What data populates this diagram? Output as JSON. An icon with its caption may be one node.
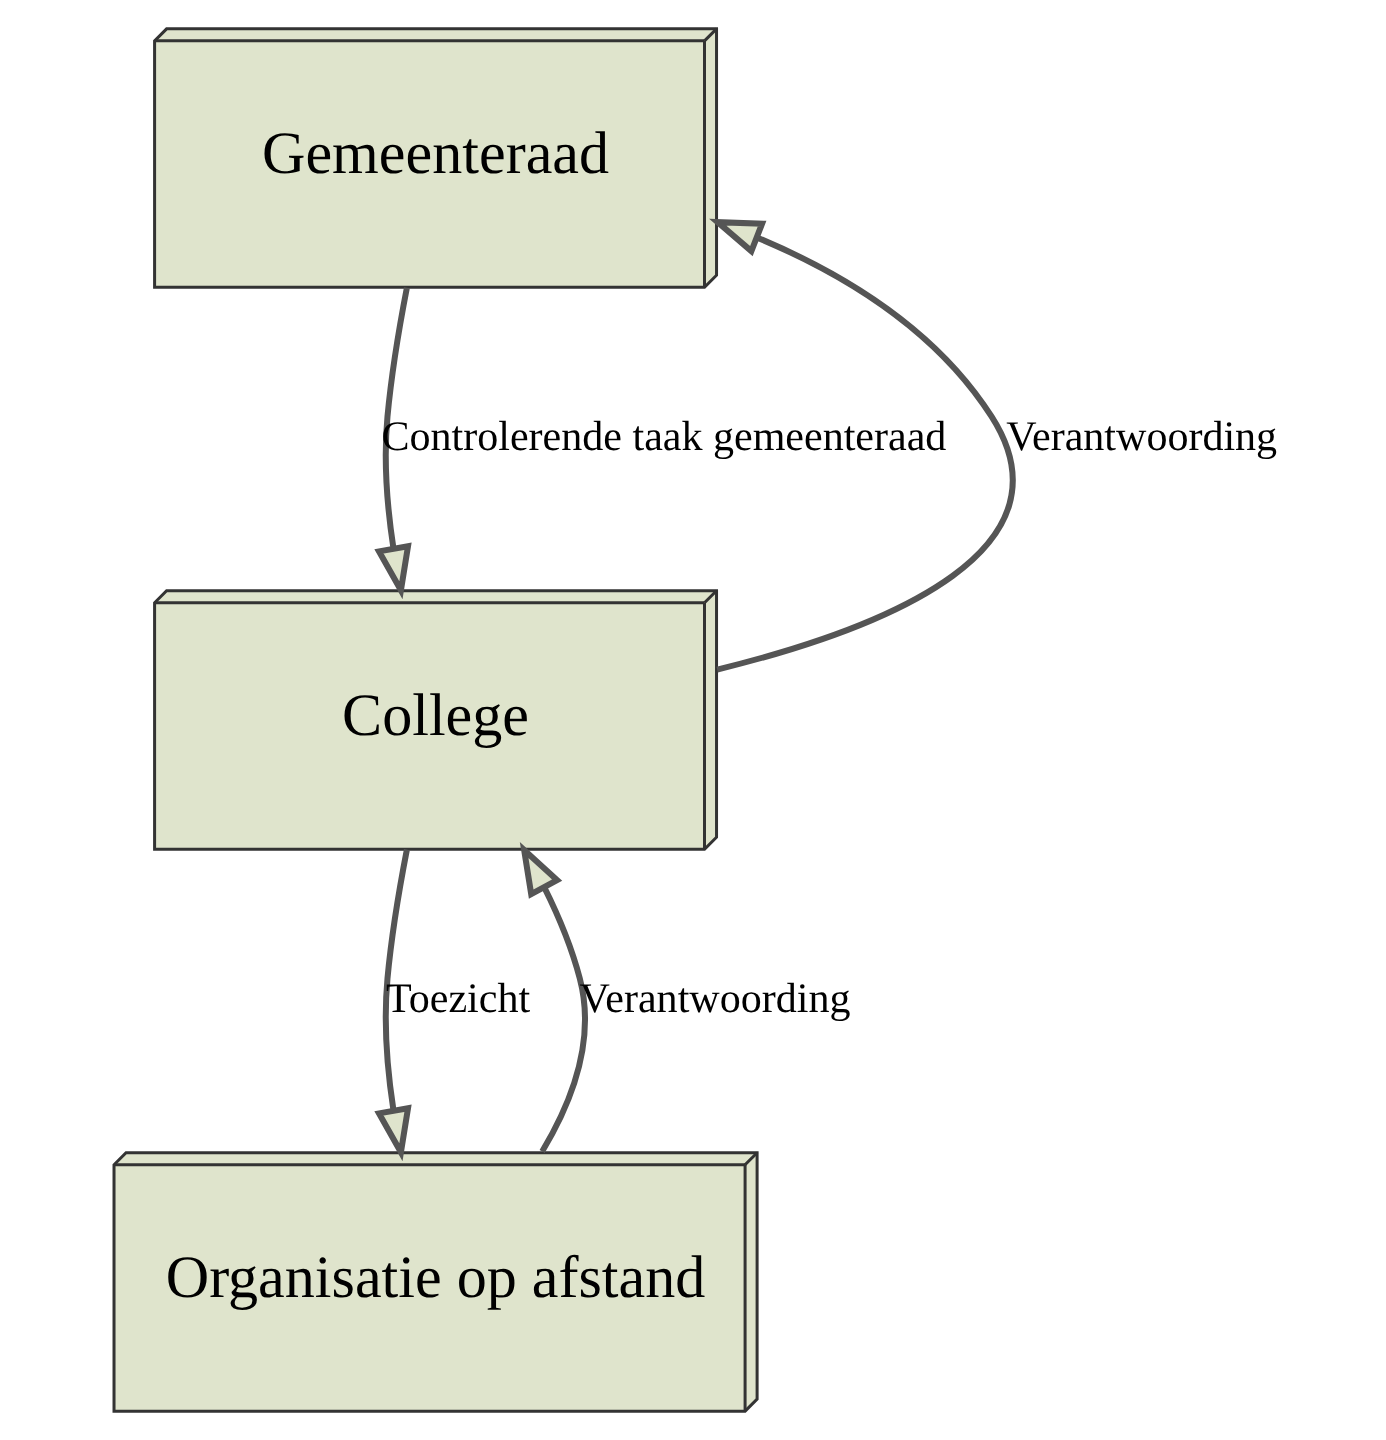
{
  "diagram": {
    "nodes": [
      {
        "text": [
          "Gemeenteraad"
        ]
      },
      {
        "text": [
          "College"
        ]
      },
      {
        "text": [
          "Organisatie op afstand"
        ]
      }
    ],
    "edges": [
      {
        "from": 0,
        "to": 1,
        "arrow": "to",
        "label": "Controlerende taak gemeenteraad"
      },
      {
        "from": 1,
        "to": 0,
        "arrow": "to",
        "label": "Verantwoording"
      },
      {
        "from": 1,
        "to": 2,
        "arrow": "to",
        "label": "Toezicht"
      },
      {
        "from": 2,
        "to": 1,
        "arrow": "to",
        "label": "Verantwoording"
      }
    ]
  }
}
